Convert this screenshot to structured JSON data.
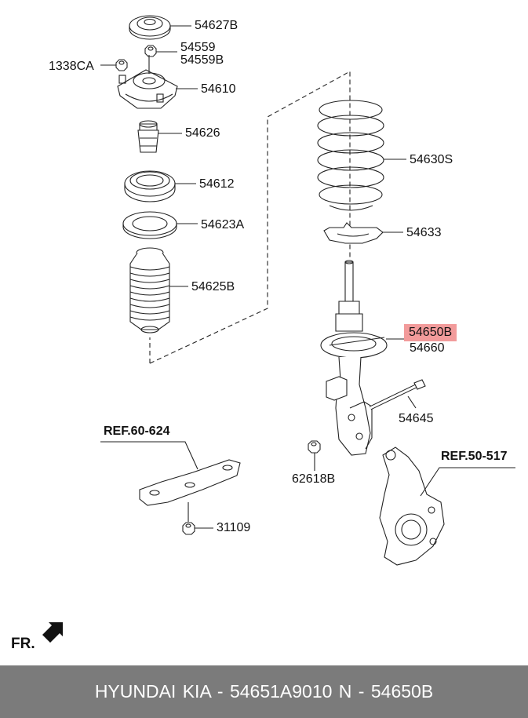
{
  "parts": [
    {
      "id": "p1",
      "label": "54627B"
    },
    {
      "id": "p2",
      "label": "54559"
    },
    {
      "id": "p3",
      "label": "54559B"
    },
    {
      "id": "p4",
      "label": "1338CA"
    },
    {
      "id": "p5",
      "label": "54610"
    },
    {
      "id": "p6",
      "label": "54626"
    },
    {
      "id": "p7",
      "label": "54612"
    },
    {
      "id": "p8",
      "label": "54623A"
    },
    {
      "id": "p9",
      "label": "54625B"
    },
    {
      "id": "p10",
      "label": "54630S"
    },
    {
      "id": "p11",
      "label": "54633"
    },
    {
      "id": "p12",
      "label": "54650B",
      "highlight": true
    },
    {
      "id": "p13",
      "label": "54660"
    },
    {
      "id": "p14",
      "label": "54645"
    },
    {
      "id": "p15",
      "label": "62618B"
    },
    {
      "id": "p16",
      "label": "31109"
    }
  ],
  "references": [
    {
      "id": "r1",
      "label": "REF.60-624"
    },
    {
      "id": "r2",
      "label": "REF.50-517"
    }
  ],
  "direction_label": "FR.",
  "footer": {
    "text": "HYUNDAI  KIA - 54651A9010     N - 54650B"
  },
  "colors": {
    "highlight": "#f29b9b",
    "footer_bg": "#7b7b7b",
    "footer_text": "#ffffff",
    "line": "#222222"
  }
}
